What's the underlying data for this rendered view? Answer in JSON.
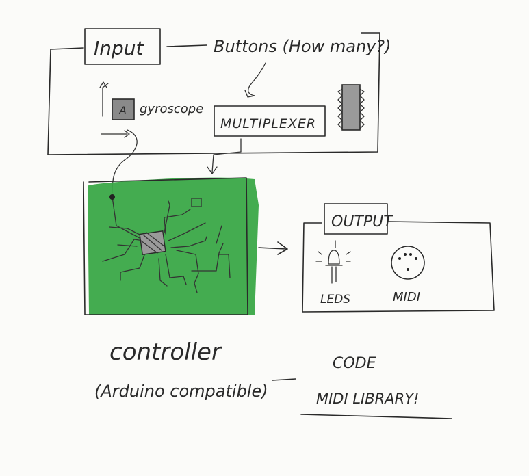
{
  "input_label": "Input",
  "buttons_label": "Buttons (How many?)",
  "gyroscope_label": "gyroscope",
  "gyro_chip_letter": "A",
  "multiplexer_label": "MULTIPLEXER",
  "output_label": "OUTPUT",
  "leds_label": "LEDS",
  "midi_label": "MIDI",
  "controller_label": "controller",
  "controller_sub_label": "(Arduino compatible)",
  "code_label": "CODE",
  "midi_library_label": "MIDI LIBRARY!",
  "colors": {
    "board_green": "#3aa847",
    "chip_gray": "#8a8a8a",
    "ink": "#2a2a2a"
  }
}
